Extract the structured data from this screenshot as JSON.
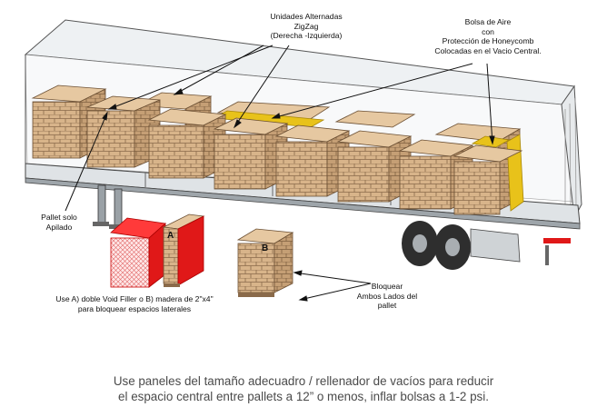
{
  "labels": {
    "zigzag": [
      "Unidades Alternadas",
      "ZigZag",
      "(Derecha -Izquierda)"
    ],
    "airbag": [
      "Bolsa de Aire",
      "con",
      "Protección de Honeycomb",
      "Colocadas en el Vacio Central."
    ],
    "pallet_single": [
      "Pallet solo",
      "Apilado"
    ],
    "void_filler": [
      "Use A) doble Void Filler o B) madera de 2\"x4\"",
      "para  bloquear espacios laterales"
    ],
    "block_both": [
      "Bloquear",
      "Ambos Lados del",
      "pallet"
    ],
    "marker_a": "A",
    "marker_b": "B"
  },
  "caption": [
    "Use paneles del tamaño adecuadro / rellenador de vacíos para reducir",
    "el espacio central entre pallets a 12” o menos, inflar bolsas a 1-2 psi."
  ],
  "colors": {
    "box": "#d8b48a",
    "box_dark": "#b89068",
    "trailer": "#dfe3e6",
    "airbag": "#e8c21a",
    "void_filler": "#e01818"
  }
}
